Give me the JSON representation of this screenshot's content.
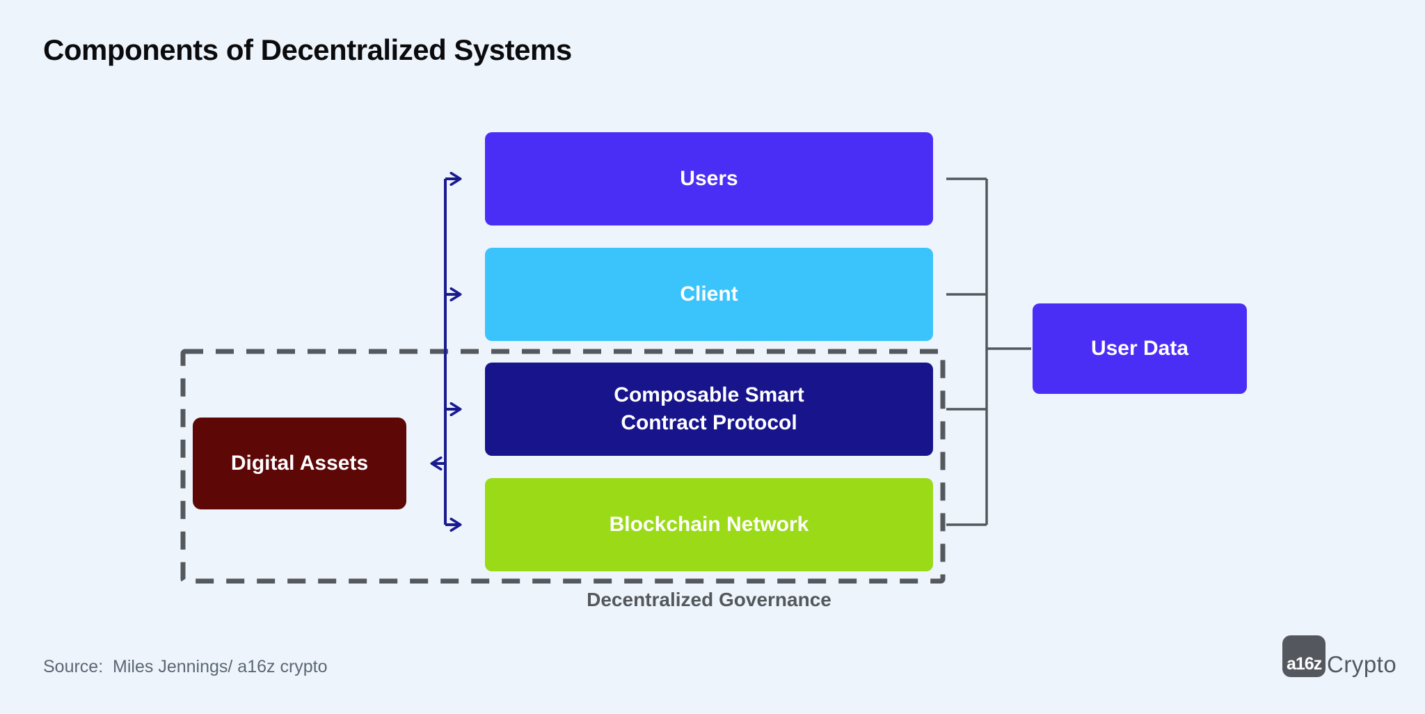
{
  "title": "Components of Decentralized Systems",
  "diagram": {
    "nodes": [
      {
        "id": "users",
        "label": "Users",
        "color": "#4B2EF5",
        "text_color": "#FFFFFF"
      },
      {
        "id": "client",
        "label": "Client",
        "color": "#3BC4FC",
        "text_color": "#FFFFFF"
      },
      {
        "id": "cscp",
        "label": "Composable Smart\nContract Protocol",
        "color": "#17148C",
        "text_color": "#FFFFFF"
      },
      {
        "id": "blockchain",
        "label": "Blockchain Network",
        "color": "#9ADA16",
        "text_color": "#FFFFFF"
      },
      {
        "id": "digital-assets",
        "label": "Digital Assets",
        "color": "#5D0707",
        "text_color": "#FFFFFF"
      },
      {
        "id": "user-data",
        "label": "User Data",
        "color": "#4B2EF5",
        "text_color": "#FFFFFF"
      }
    ],
    "governance_group_label": "Decentralized Governance",
    "colors": {
      "background": "#EDF4FC",
      "connector_navy": "#1A1A8F",
      "connector_gray": "#53575B",
      "dashed_border_gray": "#55595D",
      "governance_text": "#54585C"
    }
  },
  "footer": {
    "source": "Source:  Miles Jennings/ a16z crypto",
    "logo": {
      "badge": "a16z",
      "wordmark": "Crypto"
    }
  }
}
